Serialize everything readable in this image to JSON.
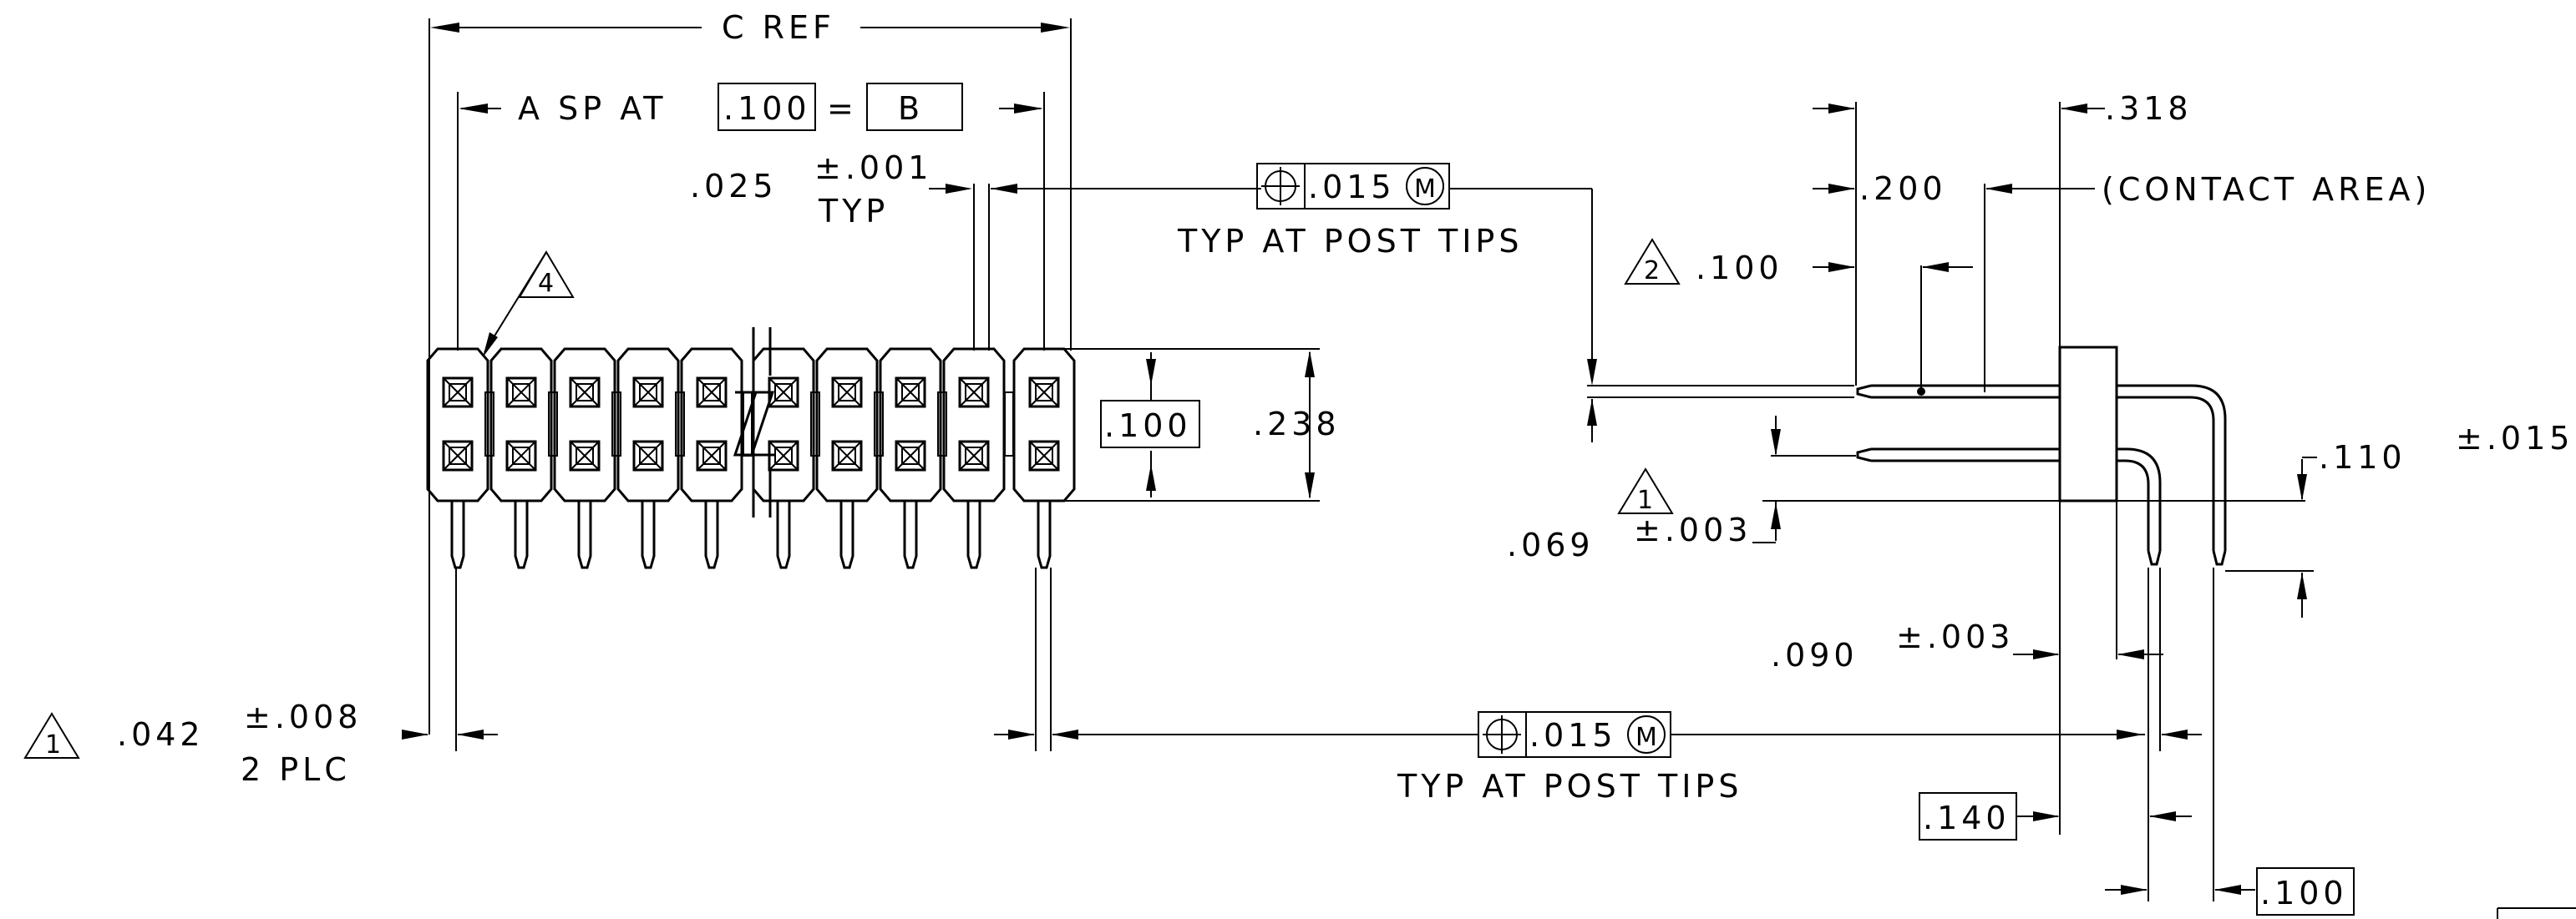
{
  "labels": {
    "c_ref": "C REF",
    "a_sp_at": "A SP AT",
    "pitch_box": ".100",
    "equals": "=",
    "b_box": "B",
    "post_dim": ".025",
    "post_tol": "±.001",
    "typ": "TYP",
    "gdt_value_top": ".015",
    "gdt_modifier": "M",
    "typ_at_post_tips_top": "TYP AT POST TIPS",
    "dim_318": ".318",
    "dim_200": ".200",
    "contact_area": "(CONTACT AREA)",
    "note2_num": "2",
    "dim_100_side": ".100",
    "note4_num": "4",
    "row_pitch_box": ".100",
    "dim_238": ".238",
    "dim_110": ".110",
    "tol_015": "±.015",
    "note1_num_mid": "1",
    "dim_069": ".069",
    "tol_003_mid": "±.003",
    "dim_090": ".090",
    "tol_003_low": "±.003",
    "note1_num_bottom": "1",
    "dim_042": ".042",
    "tol_008": "±.008",
    "two_plc": "2 PLC",
    "gdt_value_bottom": ".015",
    "typ_at_post_tips_bottom": "TYP AT POST TIPS",
    "dim_140_box": ".140",
    "dim_100_box_bottom": ".100"
  }
}
